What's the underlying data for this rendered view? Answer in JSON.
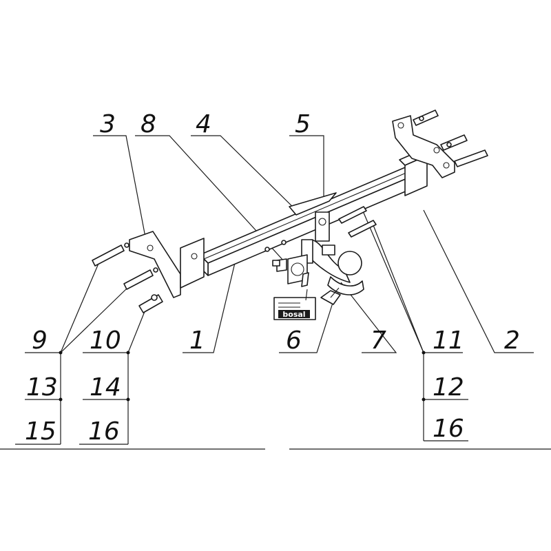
{
  "callouts": {
    "c1": "1",
    "c2": "2",
    "c3": "3",
    "c4": "4",
    "c5": "5",
    "c6": "6",
    "c7": "7",
    "c8": "8",
    "c9": "9",
    "c10": "10",
    "c11": "11",
    "c12": "12",
    "c13": "13",
    "c14": "14",
    "c15": "15",
    "c16a": "16",
    "c16b": "16"
  },
  "label_plate": {
    "brand": "bosal"
  },
  "icons": [
    "tow-bar-crossbeam",
    "mounting-bracket",
    "tow-ball-neck",
    "bolt",
    "washer",
    "nut",
    "label-plate"
  ]
}
